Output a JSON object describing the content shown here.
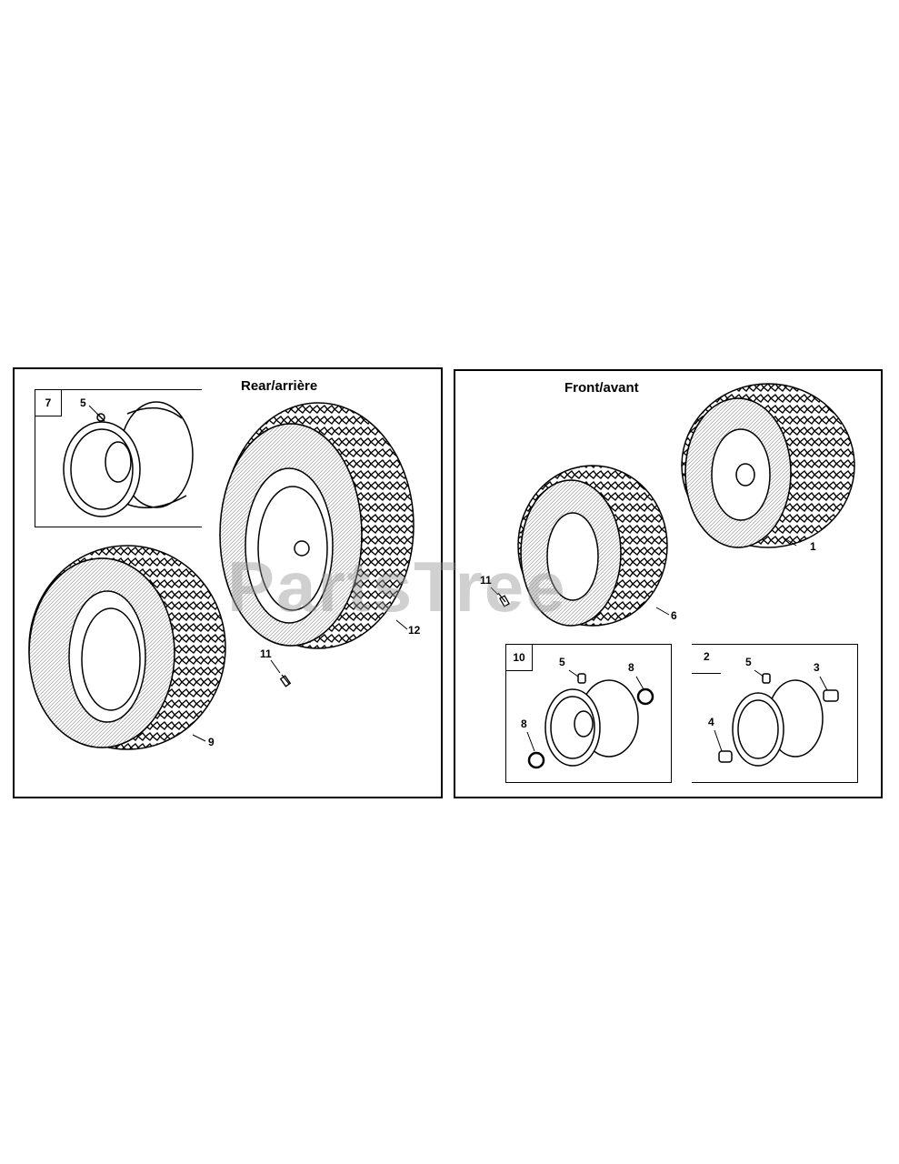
{
  "rear_panel": {
    "title": "Rear/arrière",
    "kit_box_number": "7",
    "callouts": {
      "valve_stem_kit": "5",
      "valve_stem_loose": "11",
      "wheel_left": "9",
      "wheel_right": "12"
    }
  },
  "front_panel": {
    "title": "Front/avant",
    "callouts": {
      "wheel_right": "1",
      "wheel_left": "6",
      "valve_stem": "11"
    },
    "kit_a": {
      "box_number": "10",
      "callouts": {
        "valve_stem": "5",
        "bearing_right": "8",
        "bearing_left": "8"
      }
    },
    "kit_b": {
      "box_number": "2",
      "callouts": {
        "valve_stem": "5",
        "bushing_right": "3",
        "bushing_left": "4"
      }
    }
  },
  "watermark": "PartsTree"
}
